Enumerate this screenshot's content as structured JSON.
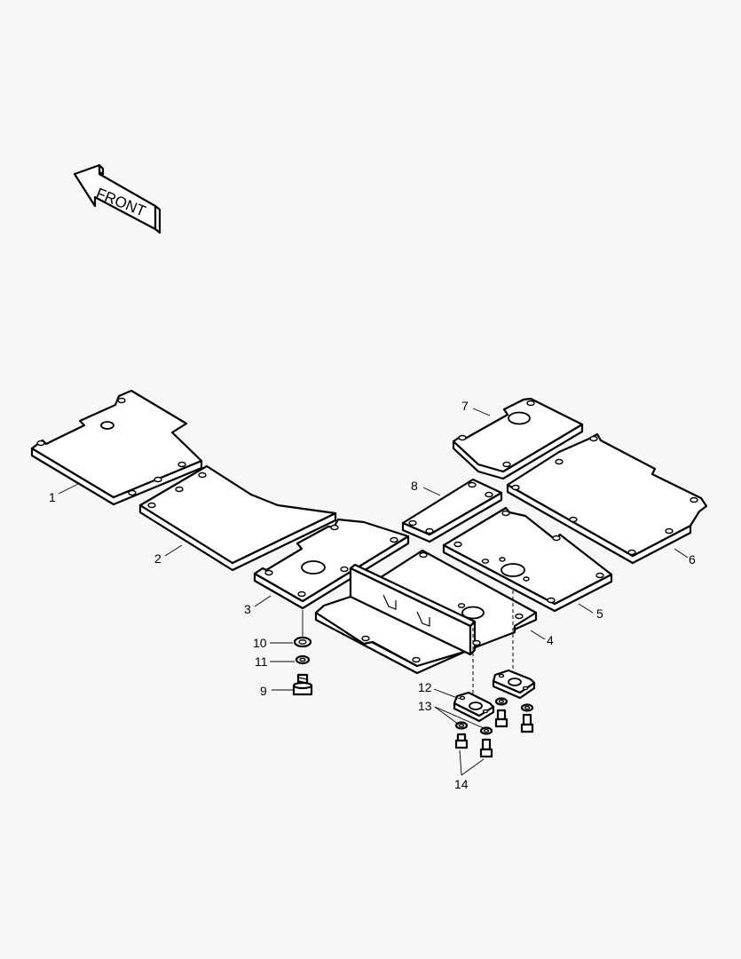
{
  "front_label": "FRONT",
  "callouts": [
    "1",
    "2",
    "3",
    "4",
    "5",
    "6",
    "7",
    "8",
    "9",
    "10",
    "11",
    "12",
    "13",
    "14"
  ]
}
